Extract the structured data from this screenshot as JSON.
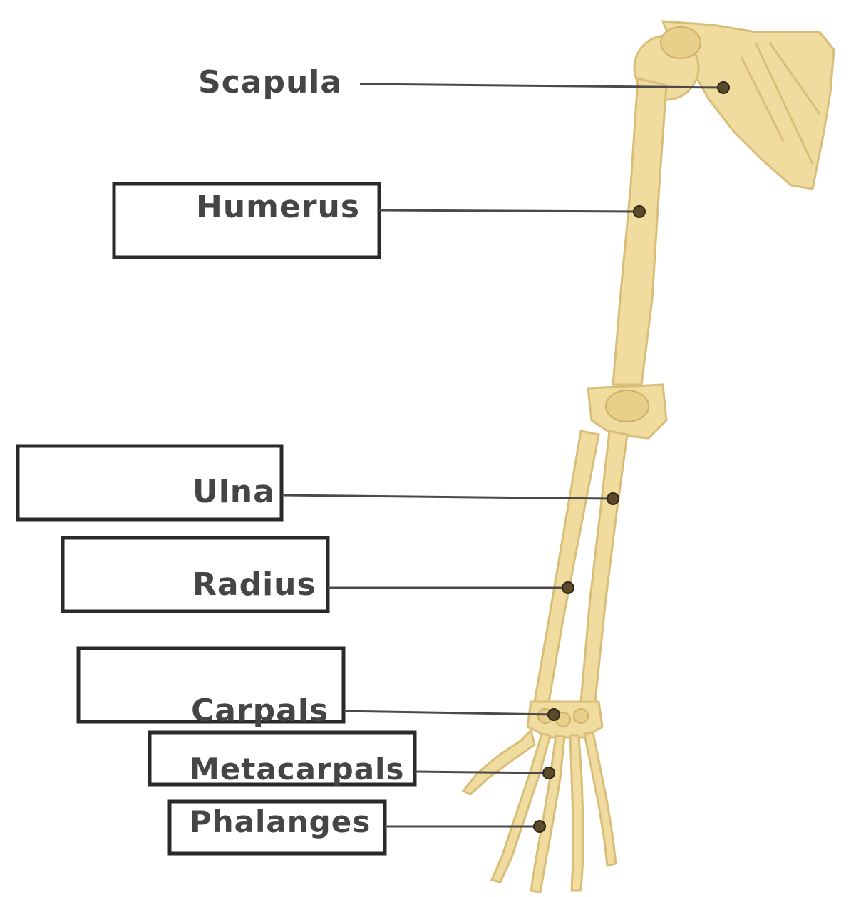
{
  "labels": {
    "scapula": "Scapula",
    "humerus": "Humerus",
    "ulna": "Ulna",
    "radius": "Radius",
    "carpals": "Carpals",
    "metacarpals": "Metacarpals",
    "phalanges": "Phalanges"
  },
  "colors": {
    "bone": "#f1dc9f",
    "bone_outline": "#d9be79",
    "label_text": "#454545",
    "box_border": "#2a2a2a"
  }
}
